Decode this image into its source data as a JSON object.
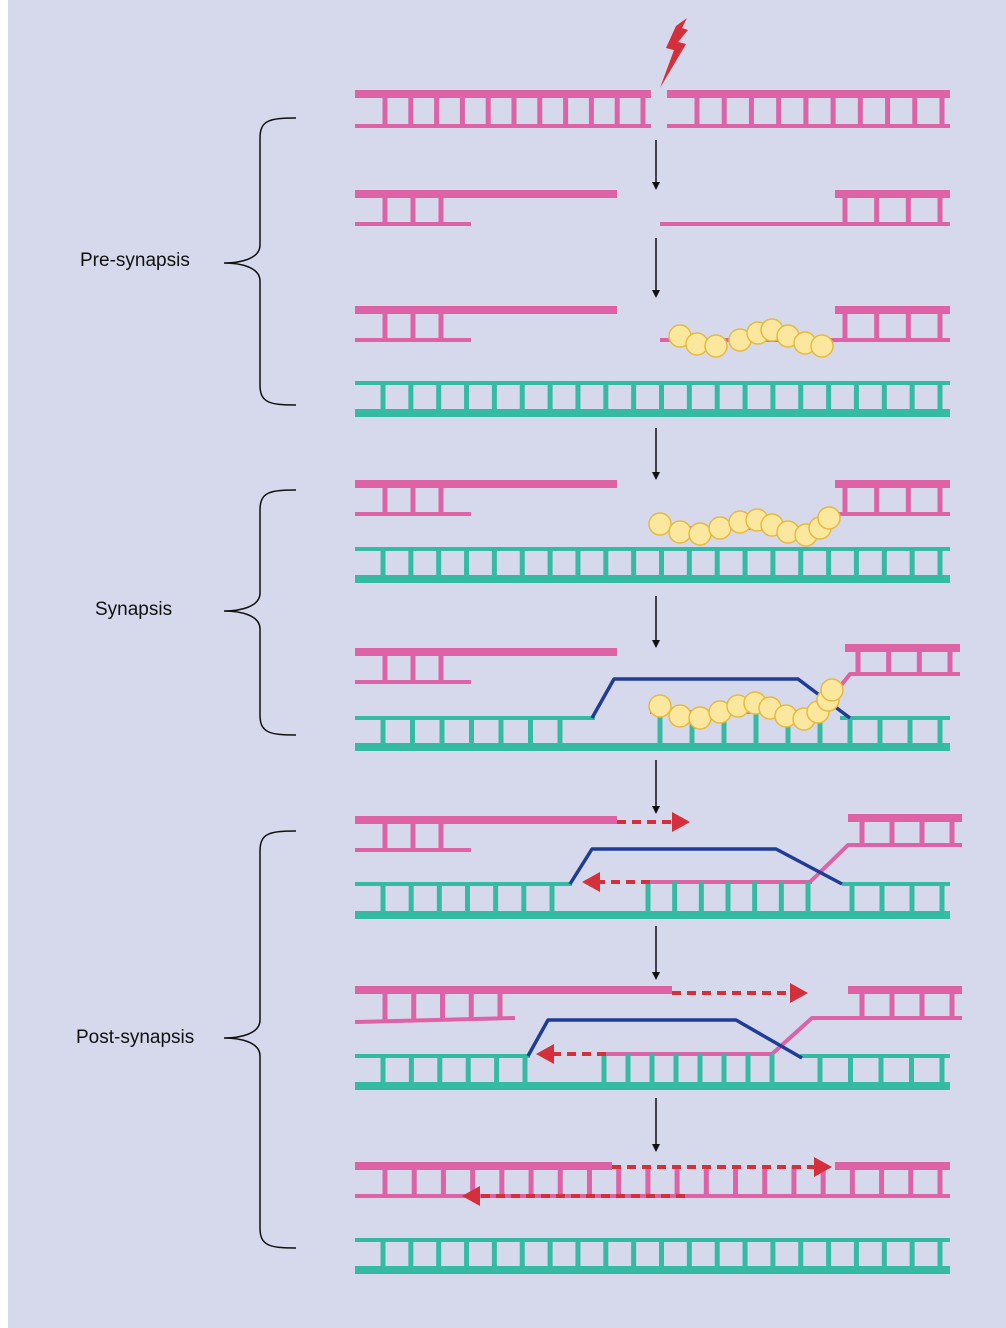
{
  "stages": [
    {
      "label": "Pre-synapsis"
    },
    {
      "label": "Synapsis"
    },
    {
      "label": "Post-synapsis"
    }
  ],
  "colors": {
    "background": "#d6d8ec",
    "broken_dna": "#de62a6",
    "donor_dna": "#35bba4",
    "displaced_strand": "#1f3c96",
    "synthesis_arrow": "#d42f3a",
    "lightning": "#d42f3a",
    "protein": "#fbe89e",
    "protein_outline": "#e7ba3f",
    "step_arrow": "#111111"
  },
  "icons": {
    "break": "lightning-bolt-icon",
    "step": "down-arrow-icon",
    "protein": "filament-protein-icon"
  }
}
